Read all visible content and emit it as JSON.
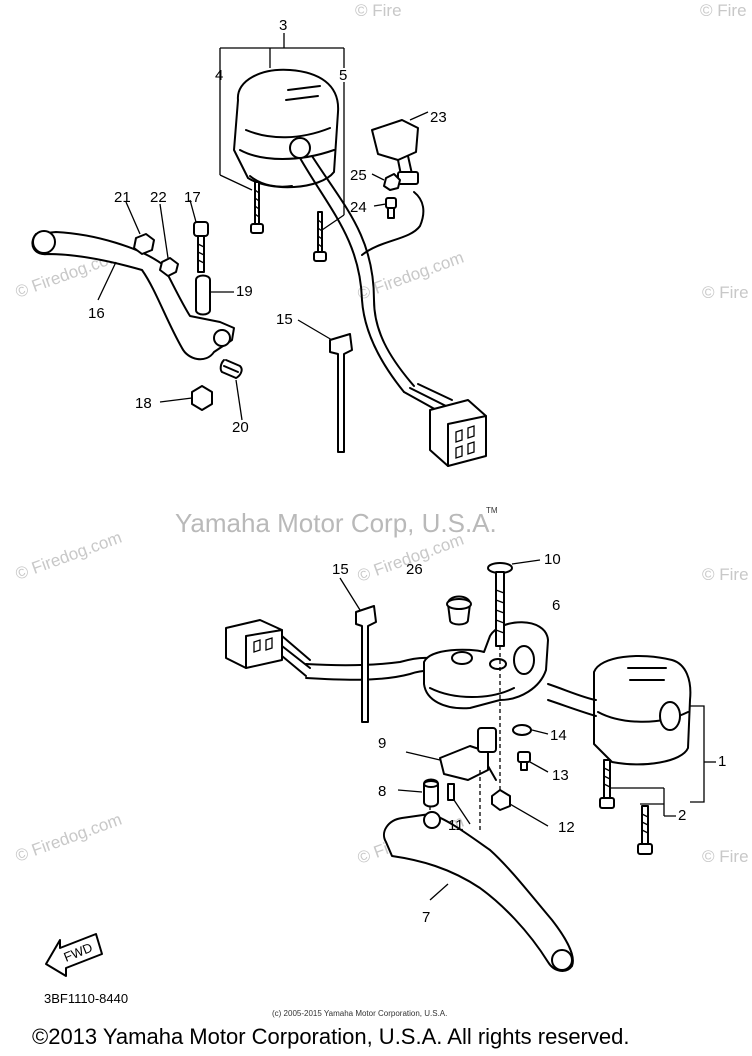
{
  "watermarks": {
    "firedog": "© Firedog.com",
    "firedog_short": "© Fire",
    "center": "Yamaha Motor Corp, U.S.A.",
    "tm": "TM"
  },
  "callouts": {
    "c1": "1",
    "c2": "2",
    "c3": "3",
    "c4": "4",
    "c5": "5",
    "c6": "6",
    "c7": "7",
    "c8": "8",
    "c9": "9",
    "c10": "10",
    "c11": "11",
    "c12": "12",
    "c13": "13",
    "c14": "14",
    "c15a": "15",
    "c15b": "15",
    "c16": "16",
    "c17": "17",
    "c18": "18",
    "c19": "19",
    "c20": "20",
    "c21": "21",
    "c22": "22",
    "c23": "23",
    "c24": "24",
    "c25": "25",
    "c26": "26"
  },
  "fwd_label": "FWD",
  "diagram_code": "3BF1110-8440",
  "small_copyright": "(c) 2005-2015 Yamaha Motor Corporation, U.S.A.",
  "footer_copyright": "©2013 Yamaha Motor Corporation, U.S.A. All rights reserved."
}
